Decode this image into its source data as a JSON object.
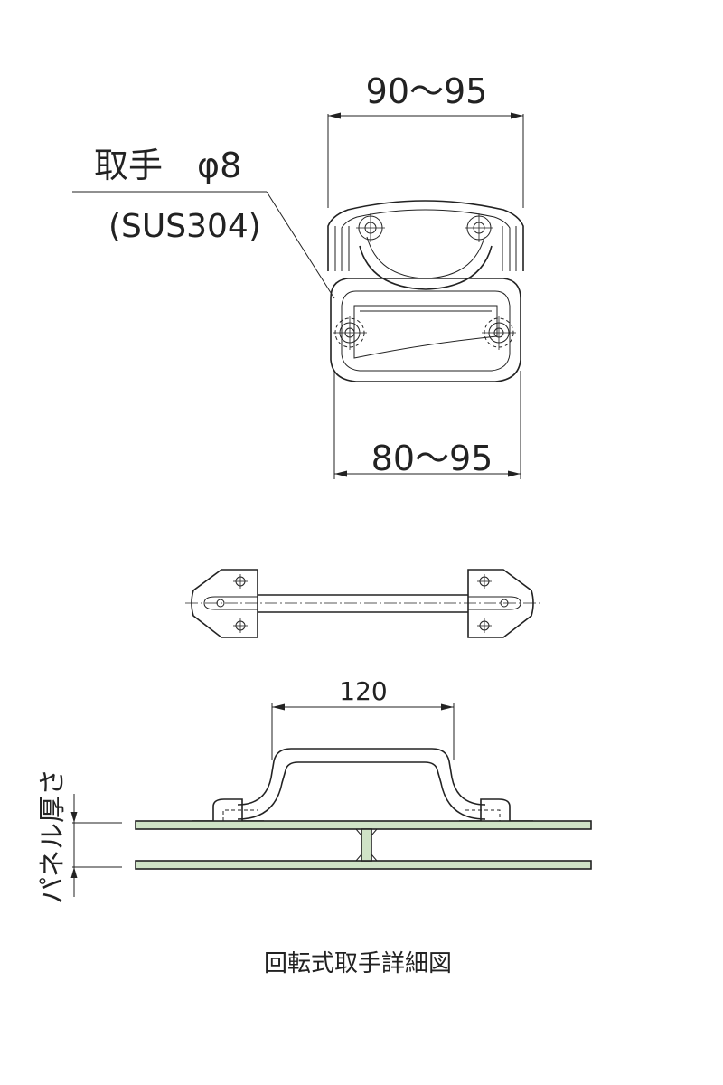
{
  "top_view": {
    "dim_top": "90～95",
    "dim_bottom": "80～95",
    "callout_line1": "取手　φ8",
    "callout_line2": "(SUS304)"
  },
  "side_view": {
    "dim_span": "120",
    "panel_label": "パネル厚さ"
  },
  "caption": "回転式取手詳細図",
  "colors": {
    "line": "#222222",
    "panel_fill": "#cfe3c6"
  }
}
